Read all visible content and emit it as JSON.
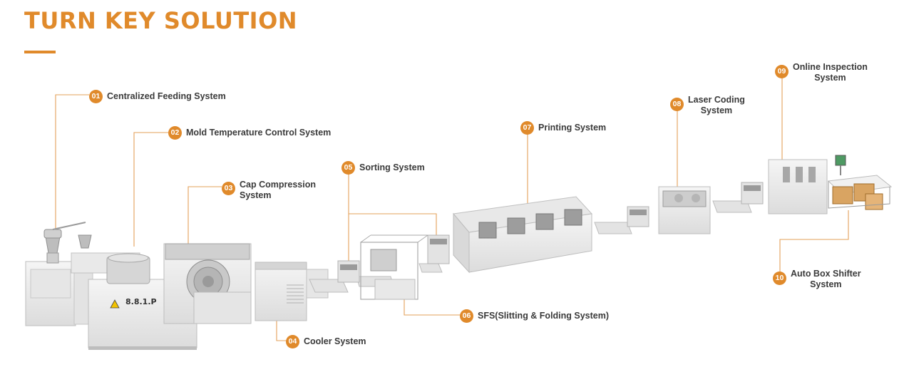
{
  "title": "TURN KEY SOLUTION",
  "colors": {
    "accent": "#e08a2b",
    "leader": "#e3a05a",
    "machine_light": "#eeeeee",
    "machine_dark": "#c4c4c4"
  },
  "systems": [
    {
      "number": "01",
      "name": "Centralized Feeding System"
    },
    {
      "number": "02",
      "name": "Mold Temperature Control System"
    },
    {
      "number": "03",
      "name": "Cap Compression\nSystem"
    },
    {
      "number": "04",
      "name": "Cooler System"
    },
    {
      "number": "05",
      "name": "Sorting System"
    },
    {
      "number": "06",
      "name": "SFS(Slitting & Folding System)"
    },
    {
      "number": "07",
      "name": "Printing System"
    },
    {
      "number": "08",
      "name": "Laser Coding\nSystem"
    },
    {
      "number": "09",
      "name": "Online Inspection\nSystem"
    },
    {
      "number": "10",
      "name": "Auto Box Shifter\nSystem"
    }
  ],
  "machine_badge": "8.8.1.P"
}
